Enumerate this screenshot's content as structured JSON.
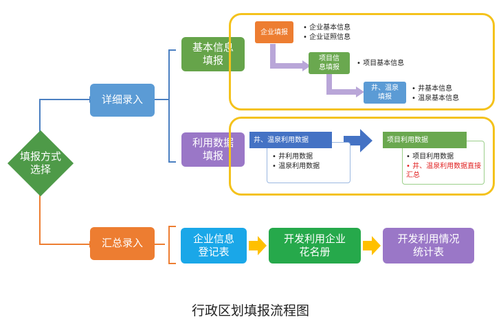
{
  "colors": {
    "decision": "#4e9a48",
    "detail": "#5b9bd5",
    "summary": "#ed7d31",
    "basic_info": "#66a44a",
    "usage": "#9a77c7",
    "orange_node": "#ed7d31",
    "green_node": "#6aa84f",
    "blue_node": "#5b9bd5",
    "cyan_node": "#1aa7e8",
    "green2_node": "#26a94b",
    "purple_node": "#9a77c7",
    "gold_frame": "#f4c21b",
    "arrow_gold": "#ffc000"
  },
  "root": {
    "label": "填报方式\n选择"
  },
  "branch_detail": {
    "label": "详细录入"
  },
  "branch_summary": {
    "label": "汇总录入"
  },
  "basic_info": {
    "label": "基本信息\n填报",
    "enterprise": {
      "label": "企业填报",
      "items": [
        "• 企业基本信息",
        "• 企业证照信息"
      ]
    },
    "project": {
      "label": "项目信\n息填报",
      "items": [
        "• 项目基本信息"
      ]
    },
    "well": {
      "label": "井、温泉\n填报",
      "items": [
        "• 井基本信息",
        "• 温泉基本信息"
      ]
    }
  },
  "usage": {
    "label": "利用数据\n填报",
    "left_header": "井、温泉利用数据",
    "left_items": [
      "• 井利用数据",
      "• 温泉利用数据"
    ],
    "right_header": "项目利用数据",
    "right_items": [
      "• 项目利用数据"
    ],
    "right_note": "• 井、温泉利用数据直接汇总"
  },
  "summary_flow": [
    {
      "label": "企业信息\n登记表"
    },
    {
      "label": "开发利用企业\n花名册"
    },
    {
      "label": "开发利用情况\n统计表"
    }
  ],
  "caption": "行政区划填报流程图"
}
